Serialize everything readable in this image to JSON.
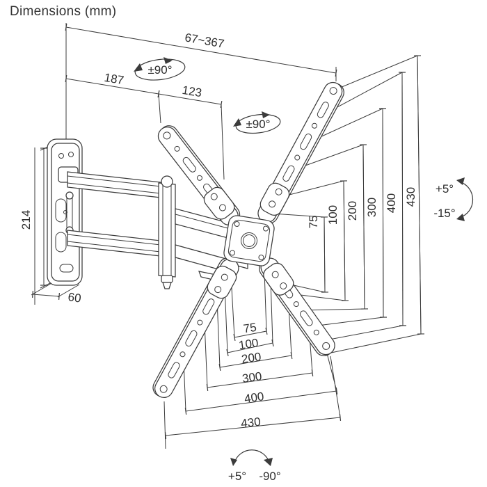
{
  "title": "Dimensions (mm)",
  "dims": {
    "extension_range": "67~367",
    "first_arm": "187",
    "second_arm": "123",
    "wall_plate_height": "214",
    "wall_plate_width": "60",
    "vesa_v": [
      "75",
      "100",
      "200",
      "300",
      "400",
      "430"
    ],
    "vesa_h": [
      "75",
      "100",
      "200",
      "300",
      "400",
      "430"
    ]
  },
  "angles": {
    "swivel_elbow": "±90°",
    "swivel_plate": "±90°",
    "tilt_up": "+5°",
    "tilt_down": "-15°",
    "rotate_left": "+5°",
    "rotate_right": "-90°"
  },
  "colors": {
    "line": "#3b3b3b",
    "text": "#2e2e2e",
    "background": "#ffffff"
  }
}
